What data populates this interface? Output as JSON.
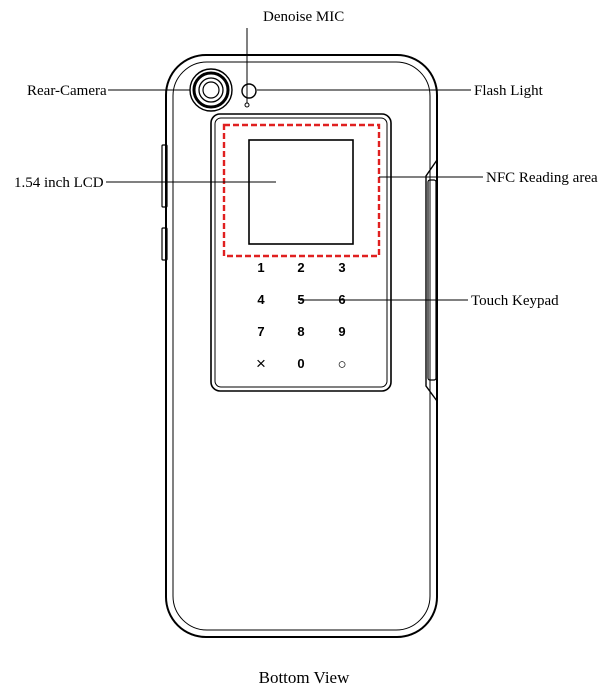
{
  "labels": {
    "denoise_mic": "Denoise MIC",
    "rear_camera": "Rear-Camera",
    "flash_light": "Flash Light",
    "lcd": "1.54 inch LCD",
    "nfc": "NFC Reading area",
    "touch_keypad": "Touch Keypad"
  },
  "caption": "Bottom View",
  "keypad": {
    "row1": [
      "1",
      "2",
      "3"
    ],
    "row2": [
      "4",
      "5",
      "6"
    ],
    "row3": [
      "7",
      "8",
      "9"
    ],
    "row4": [
      "×",
      "0",
      "○"
    ]
  },
  "colors": {
    "outline": "#000000",
    "nfc_dash": "#e02020"
  }
}
